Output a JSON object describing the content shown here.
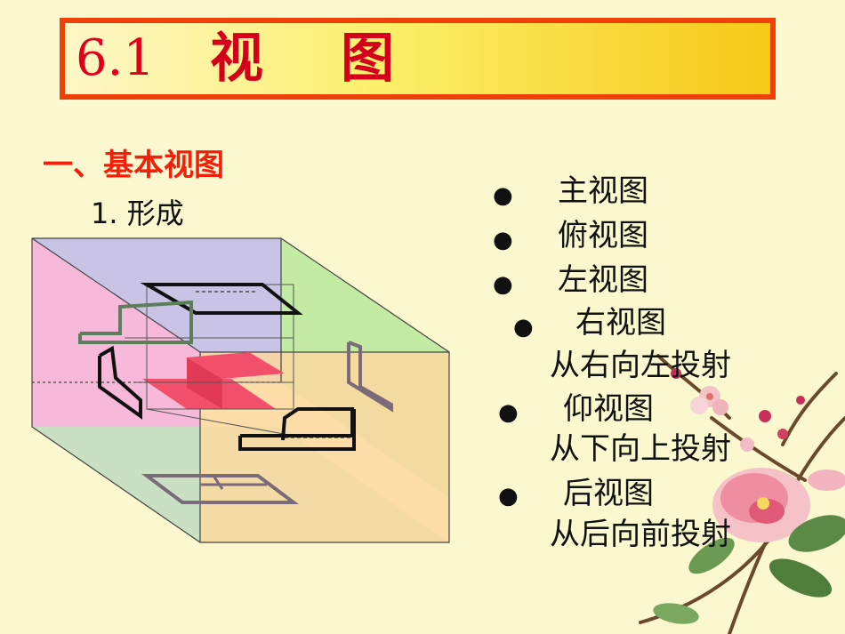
{
  "title": {
    "number": "6.1",
    "word_1": "视",
    "word_2": "图"
  },
  "section_heading": "一、基本视图",
  "sub_heading": "1. 形成",
  "views": [
    {
      "label": "主视图",
      "desc": ""
    },
    {
      "label": "俯视图",
      "desc": ""
    },
    {
      "label": "左视图",
      "desc": ""
    },
    {
      "label": "右视图",
      "desc": "从右向左投射"
    },
    {
      "label": "仰视图",
      "desc": "从下向上投射"
    },
    {
      "label": "后视图",
      "desc": "从后向前投射"
    }
  ],
  "colors": {
    "title_border": "#f0400a",
    "title_text": "#d4001b",
    "heading_text": "#f0200a",
    "back_plane": "#c9c4e6",
    "left_plane": "#f6b9d9",
    "right_plane": "#c4eba4",
    "front_plane": "#fcd7a0",
    "bottom_plane": "#c5e4c0",
    "solid_fill": "#f2506a"
  }
}
